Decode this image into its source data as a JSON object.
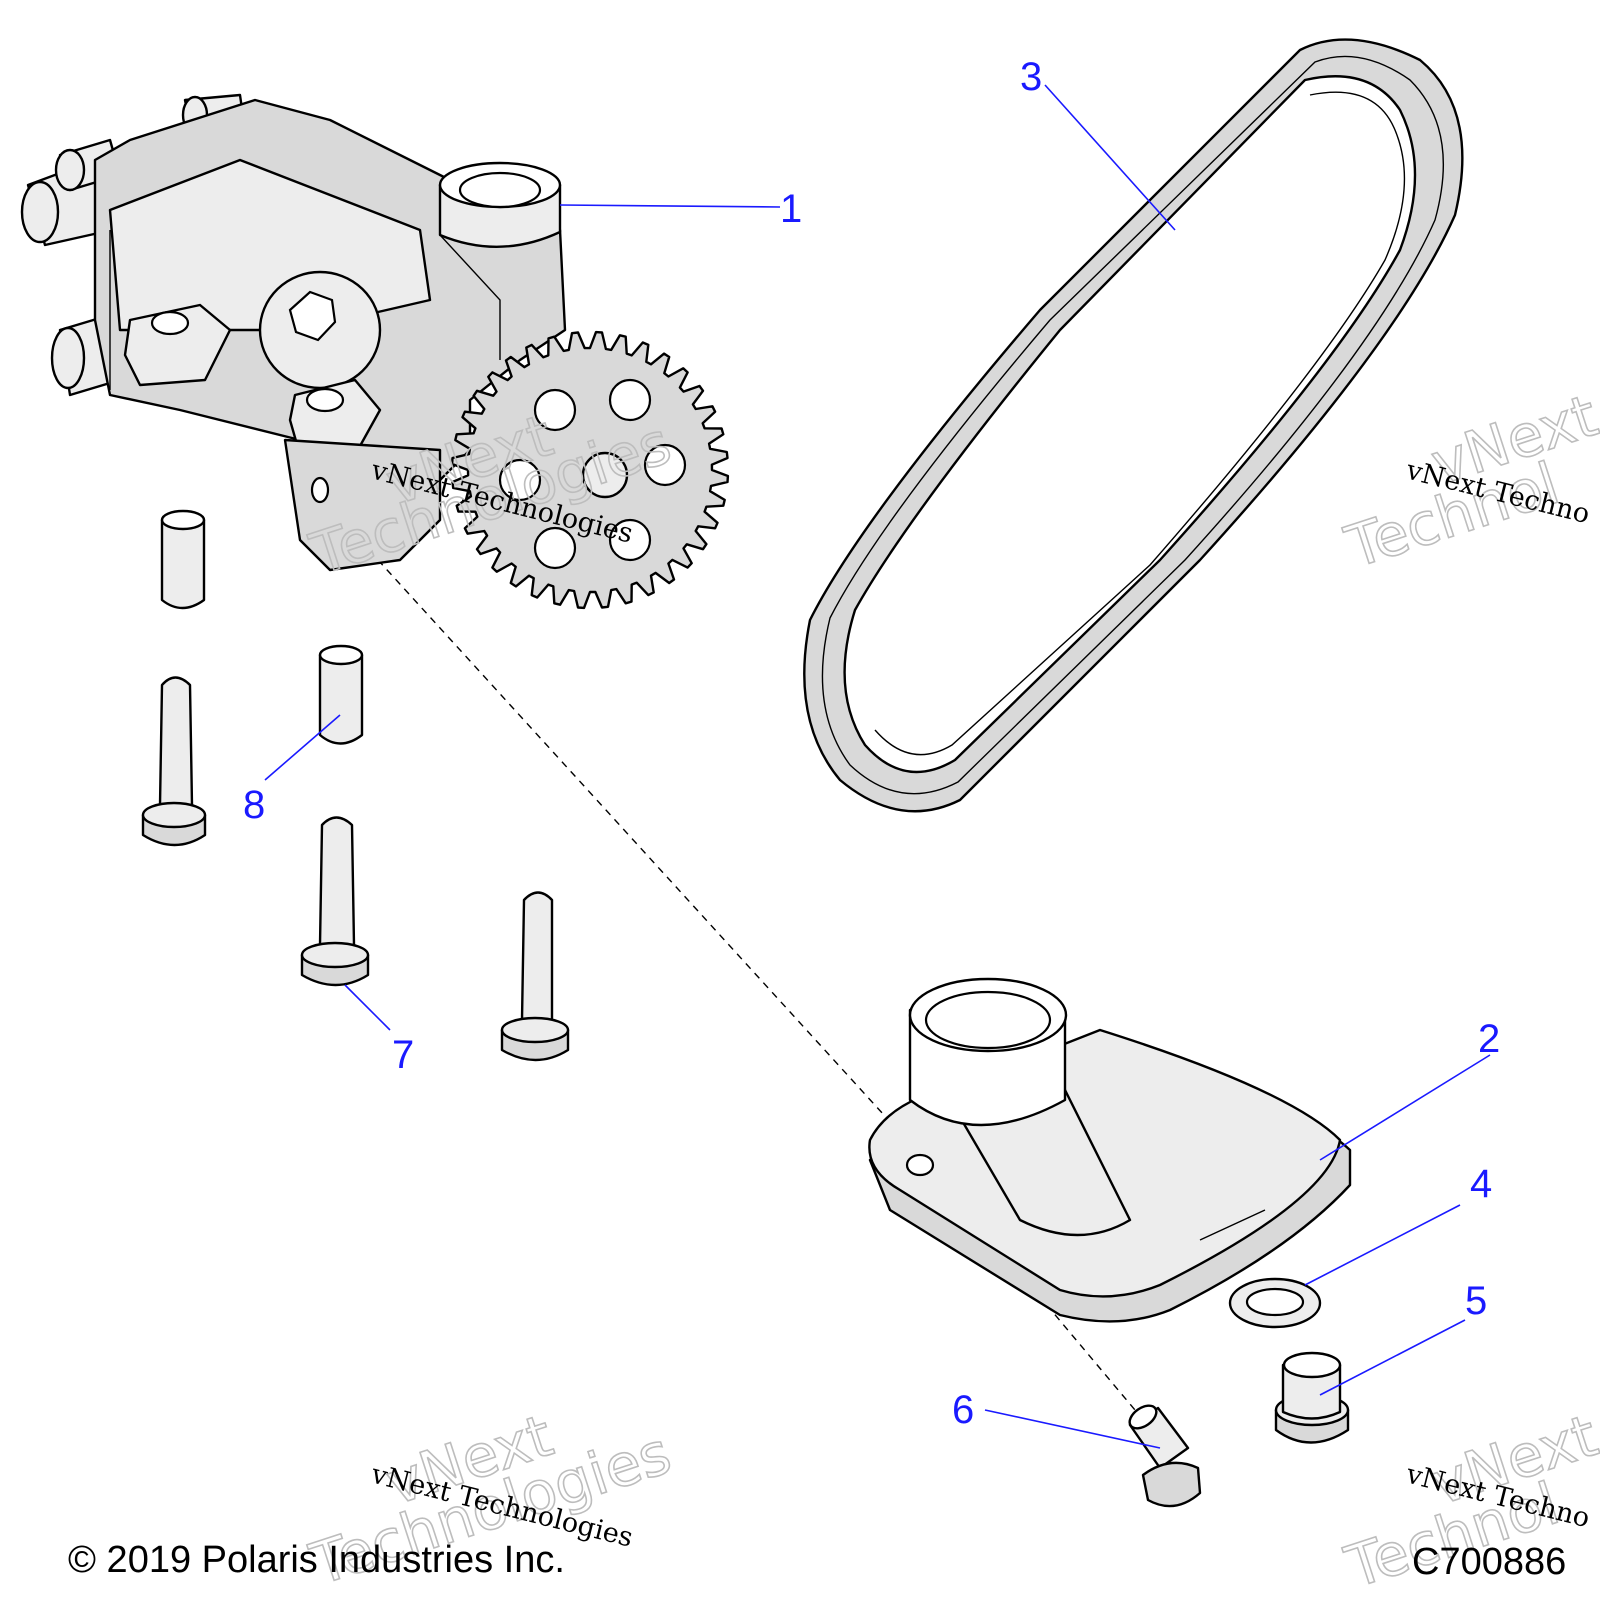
{
  "callouts": [
    "1",
    "2",
    "3",
    "4",
    "5",
    "6",
    "7",
    "8"
  ],
  "watermark": {
    "line": "vNext Technologies",
    "word1": "vNext",
    "word2": "Technologies",
    "cropped_line": "vNext Techno",
    "cropped_word2": "Technol"
  },
  "footer": {
    "copyright": "© 2019 Polaris Industries Inc.",
    "figure_id": "C700886"
  },
  "colors": {
    "callout": "#1a1aff",
    "outline": "#000000",
    "part_fill": "#d9d9d9"
  }
}
